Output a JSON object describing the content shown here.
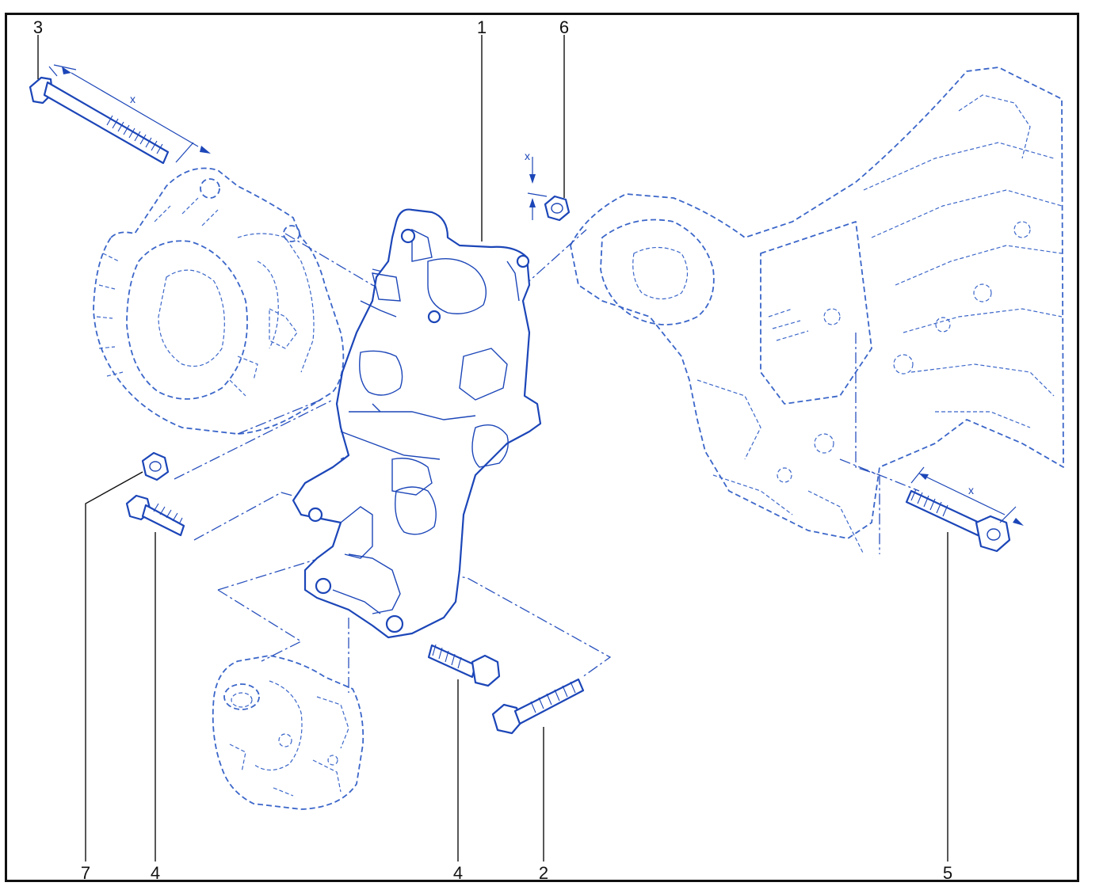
{
  "callouts": {
    "top": [
      {
        "id": "3",
        "label": "3"
      },
      {
        "id": "1",
        "label": "1"
      },
      {
        "id": "6",
        "label": "6"
      }
    ],
    "bottom": [
      {
        "id": "7",
        "label": "7"
      },
      {
        "id": "4a",
        "label": "4"
      },
      {
        "id": "4b",
        "label": "4"
      },
      {
        "id": "2",
        "label": "2"
      },
      {
        "id": "5",
        "label": "5"
      }
    ]
  },
  "dimensions": {
    "bolt3_length": "x",
    "nut6_height": "x",
    "bolt5_length": "x"
  },
  "colors": {
    "line": "#1c46b8",
    "ghost": "#3b66c9",
    "frame": "#111111",
    "background": "#ffffff"
  }
}
